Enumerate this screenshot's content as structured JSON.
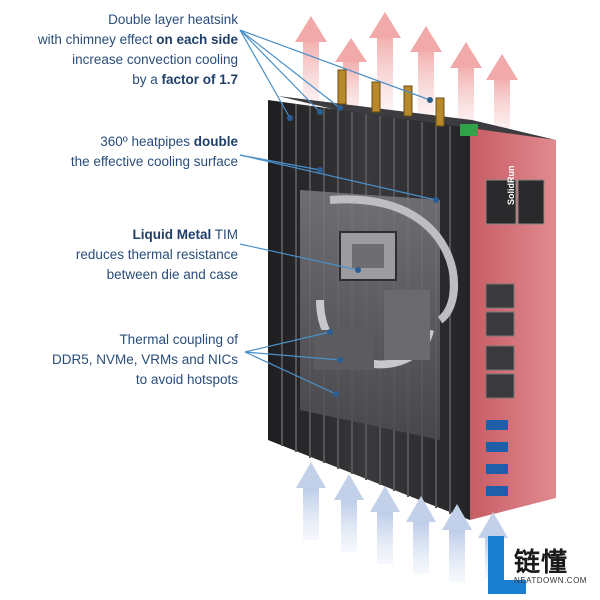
{
  "callouts": [
    {
      "id": "heatsink",
      "lines": [
        [
          {
            "t": "Double layer heatsink",
            "b": false
          }
        ],
        [
          {
            "t": "with chimney effect ",
            "b": false
          },
          {
            "t": "on each side",
            "b": true
          }
        ],
        [
          {
            "t": "increase convection cooling",
            "b": false
          }
        ],
        [
          {
            "t": "by a ",
            "b": false
          },
          {
            "t": "factor of 1.7",
            "b": true
          }
        ]
      ]
    },
    {
      "id": "heatpipes",
      "lines": [
        [
          {
            "t": "360º heatpipes ",
            "b": false
          },
          {
            "t": "double",
            "b": true
          }
        ],
        [
          {
            "t": "the effective cooling surface",
            "b": false
          }
        ]
      ]
    },
    {
      "id": "tim",
      "lines": [
        [
          {
            "t": "Liquid Metal",
            "b": true
          },
          {
            "t": " TIM",
            "b": false
          }
        ],
        [
          {
            "t": "reduces thermal resistance",
            "b": false
          }
        ],
        [
          {
            "t": "between die and case",
            "b": false
          }
        ]
      ]
    },
    {
      "id": "coupling",
      "lines": [
        [
          {
            "t": "Thermal coupling of",
            "b": false
          }
        ],
        [
          {
            "t": "DDR5, NVMe, VRMs and NICs",
            "b": false
          }
        ],
        [
          {
            "t": "to avoid hotspots",
            "b": false
          }
        ]
      ]
    }
  ],
  "device": {
    "brand_label": "SolidRun"
  },
  "logo": {
    "cn": "链懂",
    "en": "NEATDOWN.COM"
  },
  "colors": {
    "callout_text": "#2a4d7a",
    "leader_line": "#4a90c8",
    "hot_arrow": "#f2b5b5",
    "cold_arrow": "#c9d6ee",
    "panel": "#d9737a",
    "chassis": "#2b2b2e",
    "logo": "#1a7fd0"
  }
}
